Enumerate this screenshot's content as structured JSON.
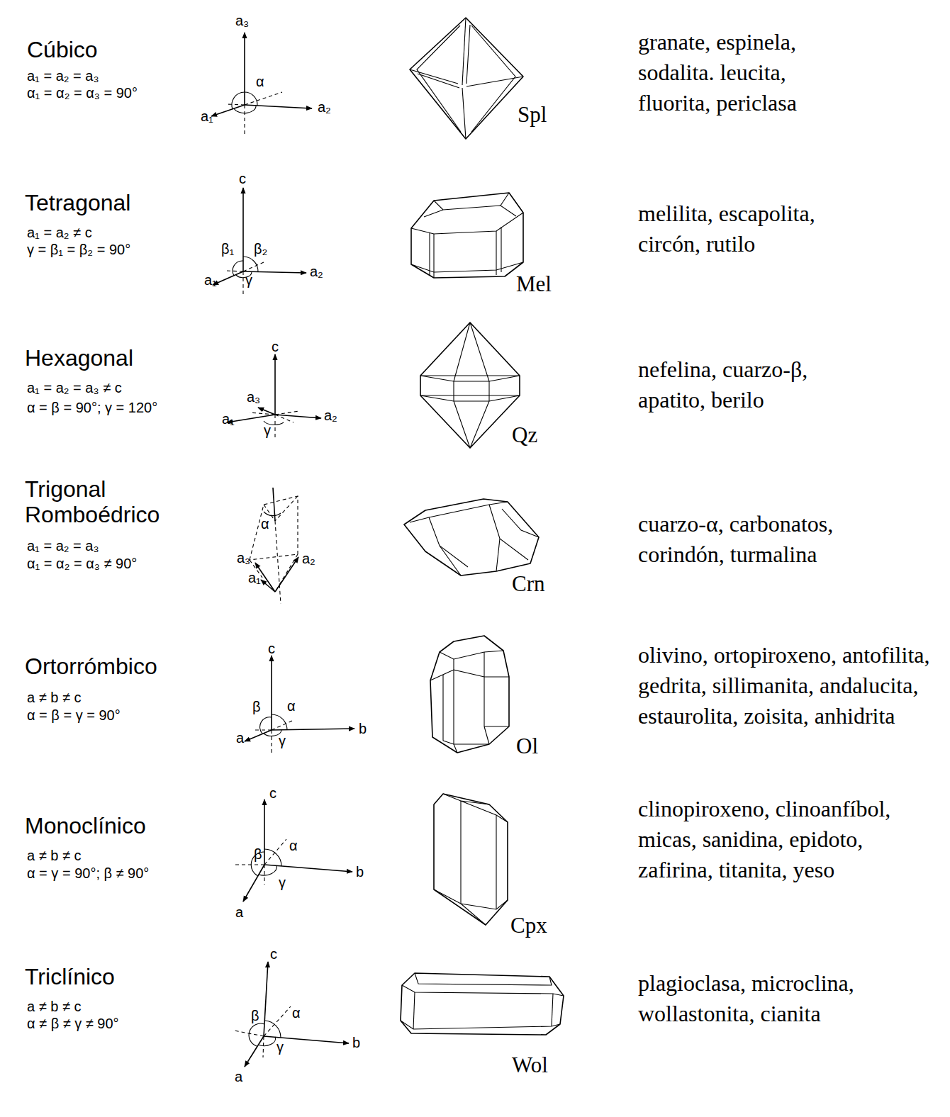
{
  "diagram": {
    "labels": [
      "Cúbico",
      "a₁ = a₂ = a₃",
      "α₁ = α₂ = α₃ = 90°",
      "a₃",
      "α",
      "a₁",
      "a₂",
      "Spl",
      "granate, espinela, sodalita. leucita, fluorita, periclasa",
      "Tetragonal",
      "a₁ = a₂ ≠ c",
      "γ = β₁ = β₂ = 90°",
      "c",
      "β₁",
      "β₂",
      "a₁",
      "γ",
      "a₂",
      "Mel",
      "melilita, escapolita, circón, rutilo",
      "Hexagonal",
      "a₁ = a₂ = a₃ ≠ c",
      "α = β = 90°; γ = 120°",
      "c",
      "a₃",
      "a₁",
      "γ",
      "a₂",
      "Qz",
      "nefelina, cuarzo-β, apatito, berilo",
      "Trigonal Romboédrico",
      "a₁ = a₂ = a₃",
      "α₁ = α₂ = α₃ ≠ 90°",
      "α",
      "a₃",
      "a₂",
      "a₁",
      "Crn",
      "cuarzo-α, carbonatos, corindón, turmalina",
      "Ortorrómbico",
      "a ≠ b ≠ c",
      "α = β = γ = 90°",
      "c",
      "β",
      "α",
      "a",
      "γ",
      "b",
      "Ol",
      "olivino, ortopiroxeno, antofilita, gedrita, sillimanita, andalucita, estaurolita, zoisita, anhidrita",
      "Monoclínico",
      "a ≠ b ≠ c",
      "α = γ = 90°; β ≠ 90°",
      "c",
      "β",
      "α",
      "b",
      "γ",
      "a",
      "Cpx",
      "clinopiroxeno, clinoanfíbol, micas, sanidina, epidoto, zafirina, titanita, yeso",
      "Triclínico",
      "a ≠ b ≠ c",
      "α ≠ β ≠ γ ≠ 90°",
      "c",
      "β",
      "α",
      "b",
      "γ",
      "a",
      "Wol",
      "plagioclasa, microclina, wollastonita, cianita"
    ]
  }
}
